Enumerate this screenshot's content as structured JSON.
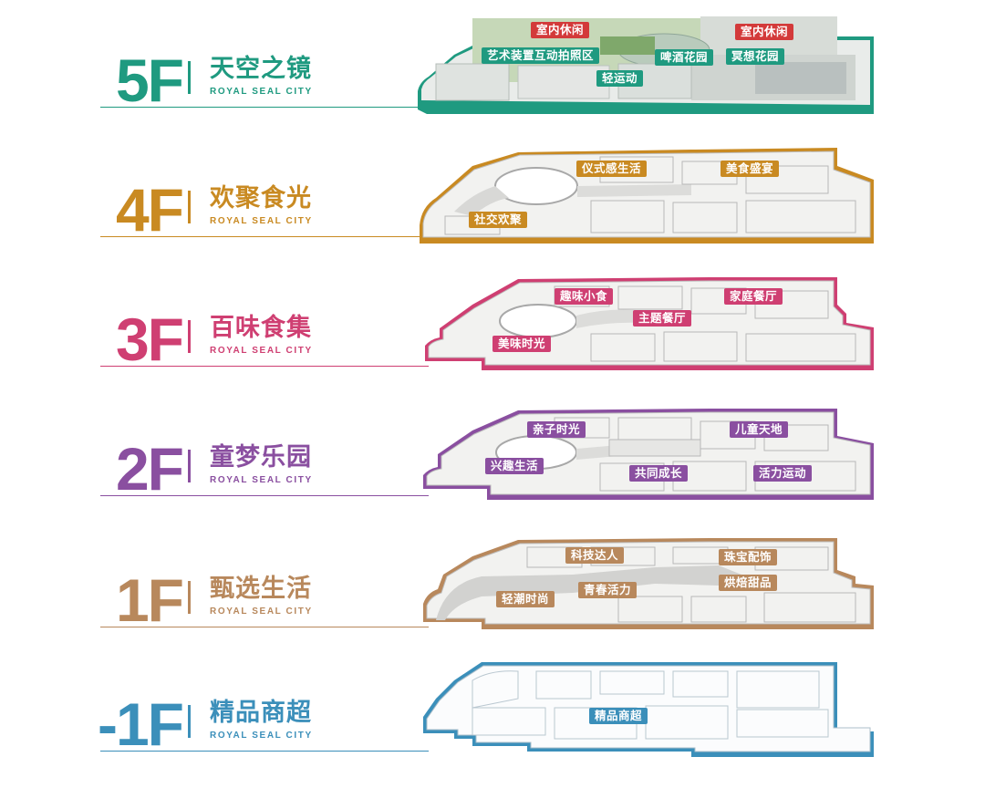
{
  "colors": {
    "5F": "#1f9a80",
    "4F": "#c98a22",
    "3F": "#cf3f72",
    "2F": "#8a4fa0",
    "1F": "#b8885c",
    "B1": "#3b8fba"
  },
  "floors": [
    {
      "number": "5F",
      "name": "天空之镜",
      "sub": "ROYAL SEAL CITY",
      "tags": [
        "室内休闲",
        "室内休闲",
        "艺术装置互动拍照区",
        "啤酒花园",
        "冥想花园",
        "轻运动"
      ]
    },
    {
      "number": "4F",
      "name": "欢聚食光",
      "sub": "ROYAL SEAL CITY",
      "tags": [
        "仪式感生活",
        "美食盛宴",
        "社交欢聚"
      ]
    },
    {
      "number": "3F",
      "name": "百味食集",
      "sub": "ROYAL SEAL CITY",
      "tags": [
        "趣味小食",
        "家庭餐厅",
        "主题餐厅",
        "美味时光"
      ]
    },
    {
      "number": "2F",
      "name": "童梦乐园",
      "sub": "ROYAL SEAL CITY",
      "tags": [
        "亲子时光",
        "儿童天地",
        "兴趣生活",
        "共同成长",
        "活力运动"
      ]
    },
    {
      "number": "1F",
      "name": "甄选生活",
      "sub": "ROYAL SEAL CITY",
      "tags": [
        "科技达人",
        "珠宝配饰",
        "烘焙甜品",
        "轻潮时尚",
        "青春活力"
      ]
    },
    {
      "number": "-1F",
      "name": "精品商超",
      "sub": "ROYAL SEAL CITY",
      "tags": [
        "精品商超"
      ]
    }
  ]
}
